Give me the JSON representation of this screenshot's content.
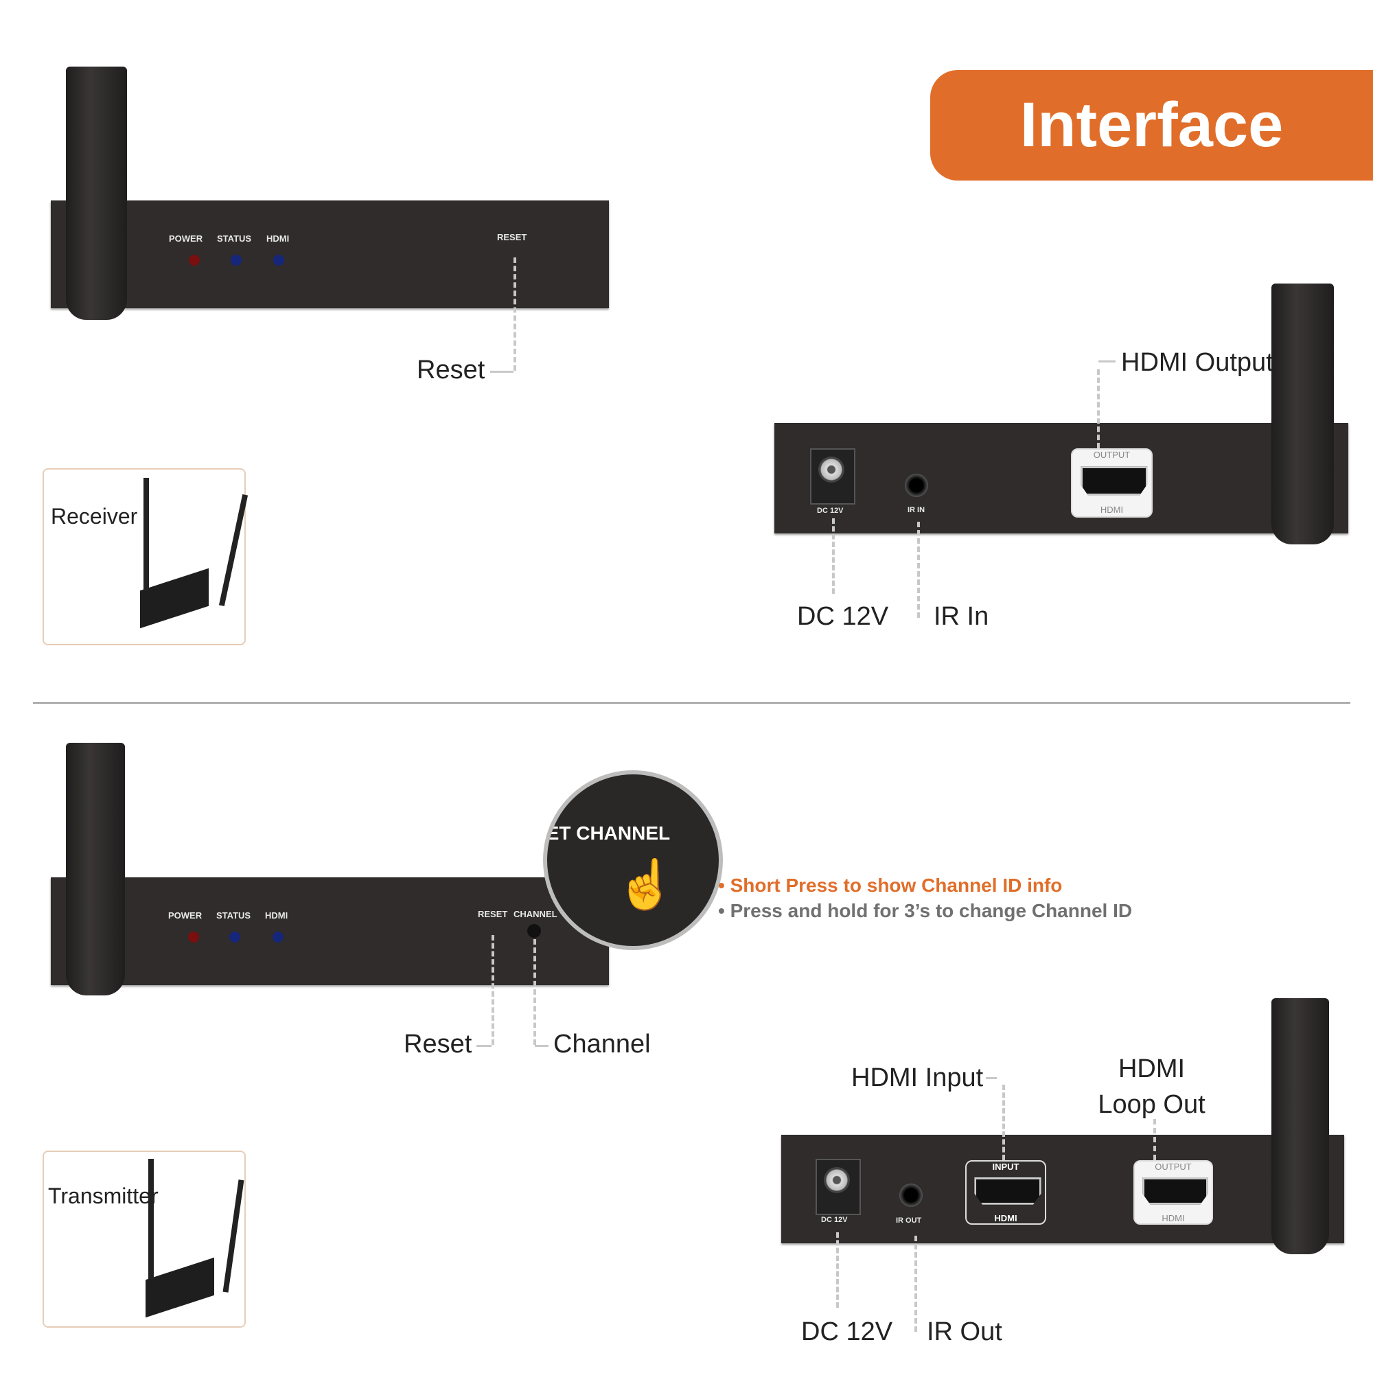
{
  "banner": {
    "title": "Interface",
    "color": "#e06e2a"
  },
  "receiver": {
    "thumbnail_label": "Receiver",
    "front": {
      "leds": [
        "POWER",
        "STATUS",
        "HDMI"
      ],
      "reset_label_panel": "RESET",
      "reset_callout": "Reset"
    },
    "rear": {
      "dc_panel": "DC 12V",
      "ir_panel": "IR IN",
      "hdmi_top": "OUTPUT",
      "hdmi_bottom": "HDMI",
      "callouts": {
        "hdmi": "HDMI Output",
        "dc": "DC 12V",
        "ir": "IR In"
      }
    }
  },
  "transmitter": {
    "thumbnail_label": "Transmitter",
    "front": {
      "leds": [
        "POWER",
        "STATUS",
        "HDMI"
      ],
      "reset_label_panel": "RESET",
      "channel_label_panel": "CHANNEL",
      "zoom_text": "SET CHANNEL",
      "reset_callout": "Reset",
      "channel_callout": "Channel"
    },
    "notes": [
      "• Short Press to show Channel ID info",
      "• Press and hold for 3’s to change Channel ID"
    ],
    "rear": {
      "dc_panel": "DC 12V",
      "ir_panel": "IR OUT",
      "input_top": "INPUT",
      "input_bottom": "HDMI",
      "output_top": "OUTPUT",
      "output_bottom": "HDMI",
      "callouts": {
        "hdmi_in": "HDMI Input",
        "hdmi_loop": "HDMI Loop Out",
        "dc": "DC 12V",
        "ir": "IR Out"
      }
    }
  }
}
